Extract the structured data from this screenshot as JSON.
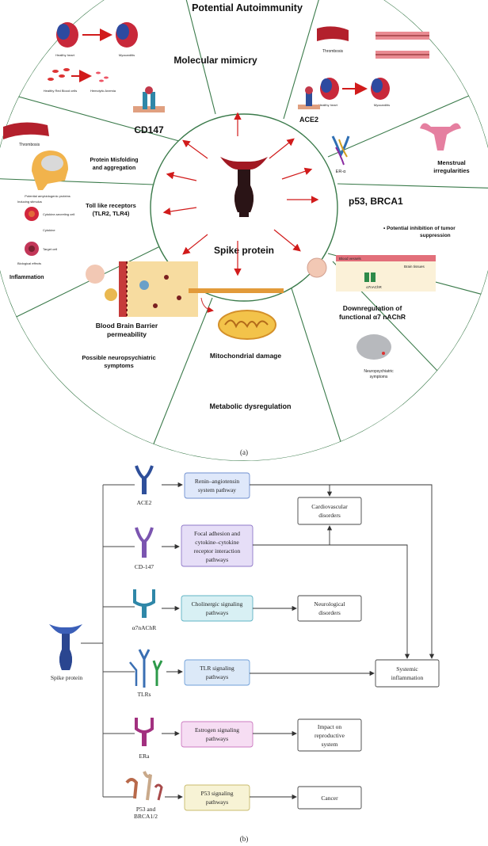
{
  "panel_a": {
    "caption": "(a)",
    "center_label": "Spike protein",
    "segments": {
      "autoimmunity": "Potential Autoimmunity",
      "molecular_mimicry": "Molecular mimicry",
      "cd147": "CD147",
      "thrombosis_left": "Thrombosis",
      "protein_misfolding_1": "Protein Misfolding",
      "protein_misfolding_2": "and aggregation",
      "protein_misfolding_caption": "Potential amyloidogenic proteins",
      "toll_1": "Toll like receptors",
      "toll_2": "(TLR2, TLR4)",
      "inflammation": "Inflammation",
      "inflam_stimulus": "Inducing stimulus",
      "inflam_cell": "Cytokine-secreting cell",
      "inflam_cytokine": "Cytokine",
      "inflam_target": "Target cell",
      "inflam_effects": "Biological effects",
      "bbb_1": "Blood Brain Barrier",
      "bbb_2": "permeability",
      "neuro_1": "Possible neuropsychiatric",
      "neuro_2": "symptoms",
      "mito": "Mitochondrial damage",
      "metabolic": "Metabolic dysregulation",
      "nachr_1": "Downregulation of",
      "nachr_2": "functional α7 nAChR",
      "nachr_vessel": "Blood vessels",
      "nachr_brain": "Brain tissues",
      "nachr_receptor": "α7nAChR",
      "neuropsych_1": "Neuropsychiatric",
      "neuropsych_2": "symptoms",
      "p53": "p53, BRCA1",
      "tumor": "• Potential inhibition of tumor",
      "tumor_2": "suppression",
      "menstrual_1": "Menstrual",
      "menstrual_2": "irregularities",
      "era": "ER-α",
      "ace2": "ACE2",
      "thrombosis_right": "Thrombosis",
      "heart_left_1": "Healthy heart",
      "heart_left_2": "Myocarditis",
      "rbc_1": "Healthy Red Blood cells",
      "rbc_2": "Hemolytic Anemia",
      "heart_right_1": "Healthy heart",
      "heart_right_2": "Myocarditis"
    }
  },
  "panel_b": {
    "caption": "(b)",
    "spike_label": "Spike protein",
    "receptors": [
      {
        "label_1": "ACE2",
        "label_2": "",
        "pathway_1": "Renin–angiotensin",
        "pathway_2": "system pathway",
        "pathway_3": "",
        "fill": "#dfe8fa",
        "stroke": "#6f8fd0"
      },
      {
        "label_1": "CD-147",
        "label_2": "",
        "pathway_1": "Focal adhesion and",
        "pathway_2": "cytokine–cytokine",
        "pathway_3": "receptor interaction",
        "pathway_4": "pathways",
        "fill": "#e6def7",
        "stroke": "#8f78c8"
      },
      {
        "label_1": "α7nAChR",
        "label_2": "",
        "pathway_1": "Cholinergic signaling",
        "pathway_2": "pathways",
        "pathway_3": "",
        "fill": "#d8f0f4",
        "stroke": "#5fb3c4"
      },
      {
        "label_1": "TLRs",
        "label_2": "",
        "pathway_1": "TLR signaling",
        "pathway_2": "pathways",
        "pathway_3": "",
        "fill": "#dce9f8",
        "stroke": "#6f9fd8"
      },
      {
        "label_1": "ERa",
        "label_2": "",
        "pathway_1": "Estrogen signaling",
        "pathway_2": "pathways",
        "pathway_3": "",
        "fill": "#f6ddf3",
        "stroke": "#cc7ac0"
      },
      {
        "label_1": "P53 and",
        "label_2": "BRCA1/2",
        "pathway_1": "P53 signaling",
        "pathway_2": "pathways",
        "pathway_3": "",
        "fill": "#f7f3d5",
        "stroke": "#c8bb6c"
      }
    ],
    "outcomes": {
      "cardio_1": "Cardiovascular",
      "cardio_2": "disorders",
      "neuro_1": "Neurological",
      "neuro_2": "disorders",
      "systemic_1": "Systemic",
      "systemic_2": "inflammation",
      "repro_1": "Impact on",
      "repro_2": "reproductive",
      "repro_3": "system",
      "cancer": "Cancer"
    }
  },
  "colors": {
    "wheel_line": "#3a7a4a",
    "arrow": "#d11b1b",
    "spike_dark": "#2a1416",
    "spike_red": "#a11822",
    "receptor_ace2": "#2e4f9a",
    "receptor_cd147": "#7b55b0",
    "receptor_nachr": "#2f87a8",
    "receptor_tlr_a": "#3a6fb3",
    "receptor_tlr_b": "#2d9a4a",
    "receptor_era": "#a2307f",
    "receptor_p53": "#b8694a"
  }
}
